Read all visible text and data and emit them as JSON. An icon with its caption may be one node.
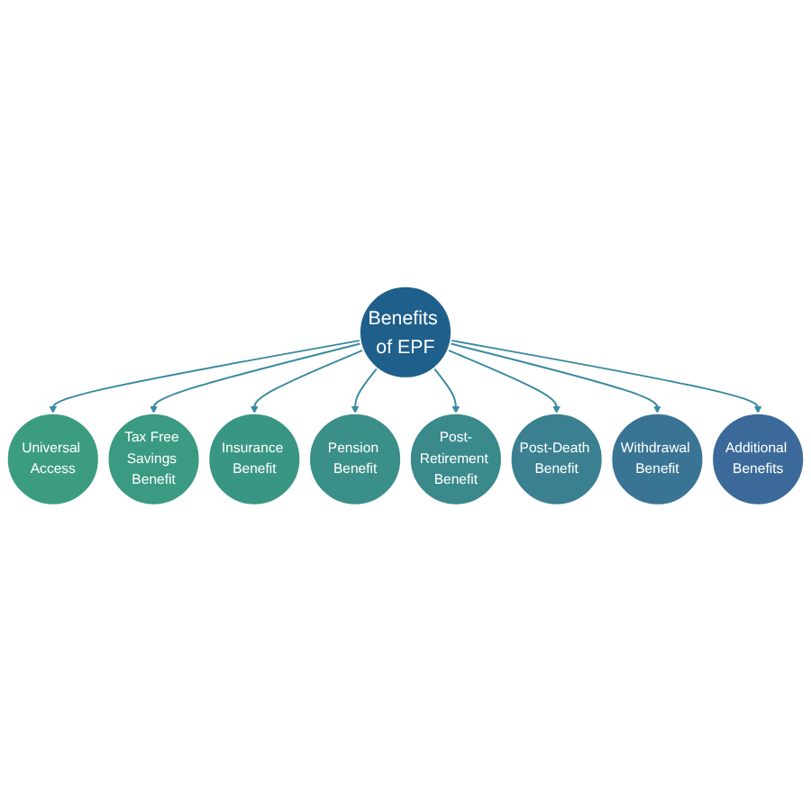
{
  "diagram": {
    "nodes": [
      {
        "text": [
          "Benefits of EPF"
        ]
      },
      {
        "text": [
          "Universal Access"
        ]
      },
      {
        "text": [
          "Tax Free Savings Benefit"
        ]
      },
      {
        "text": [
          "Insurance Benefit"
        ]
      },
      {
        "text": [
          "Pension Benefit"
        ]
      },
      {
        "text": [
          "Post-Retirement Benefit"
        ]
      },
      {
        "text": [
          "Post-Death Benefit"
        ]
      },
      {
        "text": [
          "Withdrawal Benefit"
        ]
      },
      {
        "text": [
          "Additional Benefits"
        ]
      }
    ],
    "edges": [
      {
        "from": 0,
        "to": 1,
        "arrow": "to"
      },
      {
        "from": 0,
        "to": 2,
        "arrow": "to"
      },
      {
        "from": 0,
        "to": 3,
        "arrow": "to"
      },
      {
        "from": 0,
        "to": 4,
        "arrow": "to"
      },
      {
        "from": 0,
        "to": 5,
        "arrow": "to"
      },
      {
        "from": 0,
        "to": 6,
        "arrow": "to"
      },
      {
        "from": 0,
        "to": 7,
        "arrow": "to"
      },
      {
        "from": 0,
        "to": 8,
        "arrow": "to"
      }
    ]
  }
}
